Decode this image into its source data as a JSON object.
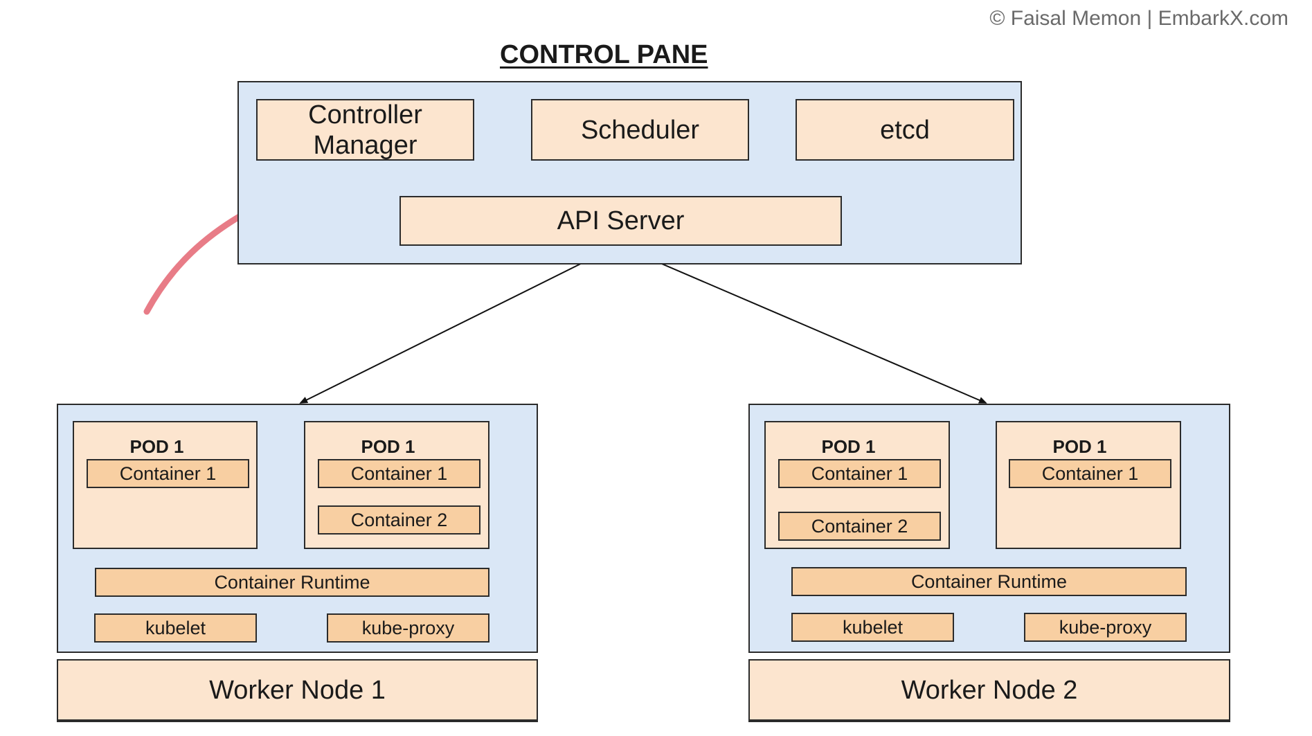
{
  "copyright": "© Faisal Memon | EmbarkX.com",
  "control_plane": {
    "title": "CONTROL PANE",
    "components": {
      "controller_manager": "Controller\nManager",
      "scheduler": "Scheduler",
      "etcd": "etcd",
      "api_server": "API Server"
    }
  },
  "worker_nodes": [
    {
      "name": "Worker Node 1",
      "pods": [
        {
          "title": "POD 1",
          "containers": [
            "Container 1"
          ]
        },
        {
          "title": "POD 1",
          "containers": [
            "Container 1",
            "Container 2"
          ]
        }
      ],
      "runtime": "Container Runtime",
      "kubelet": "kubelet",
      "kube_proxy": "kube-proxy"
    },
    {
      "name": "Worker Node 2",
      "pods": [
        {
          "title": "POD 1",
          "containers": [
            "Container 1",
            "Container 2"
          ]
        },
        {
          "title": "POD 1",
          "containers": [
            "Container 1"
          ]
        }
      ],
      "runtime": "Container Runtime",
      "kubelet": "kubelet",
      "kube_proxy": "kube-proxy"
    }
  ],
  "colors": {
    "plane_fill": "#dae7f6",
    "component_fill": "#fce5cf",
    "agent_fill": "#f8cfa2",
    "border": "#2b2b2b",
    "annotation_stroke": "#e0505f"
  }
}
